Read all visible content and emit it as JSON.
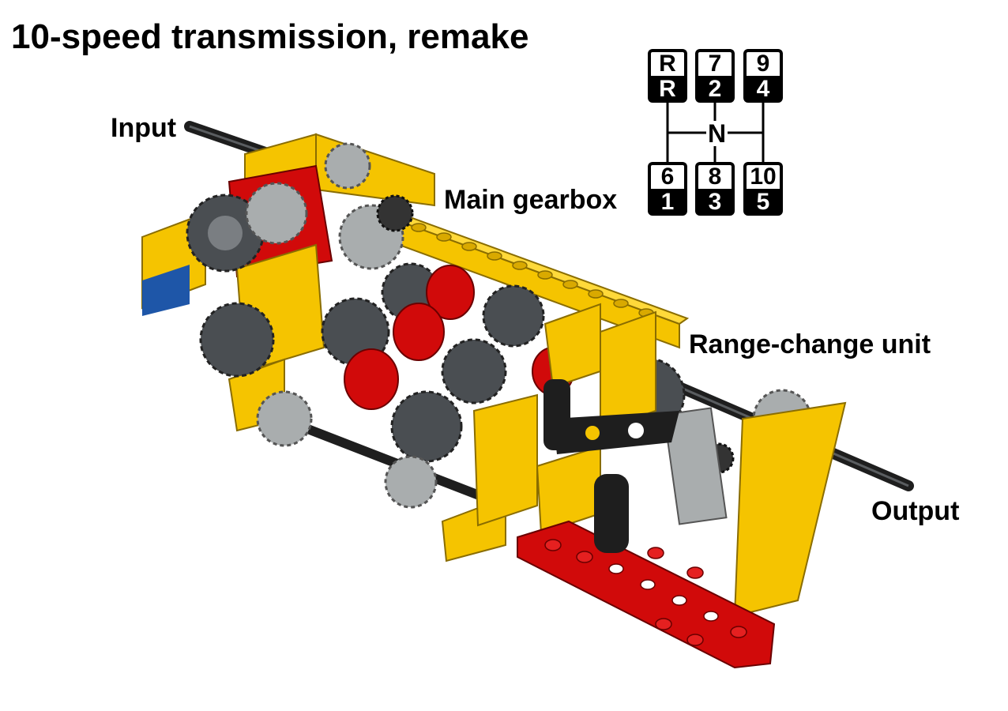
{
  "title": "10-speed transmission, remake",
  "labels": {
    "input": "Input",
    "main_gearbox": "Main gearbox",
    "range_change": "Range-change unit",
    "output": "Output"
  },
  "shift_pattern": {
    "neutral": "N",
    "top_row": [
      {
        "high": "R",
        "low": "R"
      },
      {
        "high": "7",
        "low": "2"
      },
      {
        "high": "9",
        "low": "4"
      }
    ],
    "bottom_row": [
      {
        "high": "6",
        "low": "1"
      },
      {
        "high": "8",
        "low": "3"
      },
      {
        "high": "10",
        "low": "5"
      }
    ]
  },
  "colors": {
    "yellow": "#F5C400",
    "red": "#D10A0A",
    "dark_gray": "#4A4E52",
    "light_gray": "#A9ADAE",
    "black": "#1E1E1E",
    "blue": "#1E56A8"
  }
}
